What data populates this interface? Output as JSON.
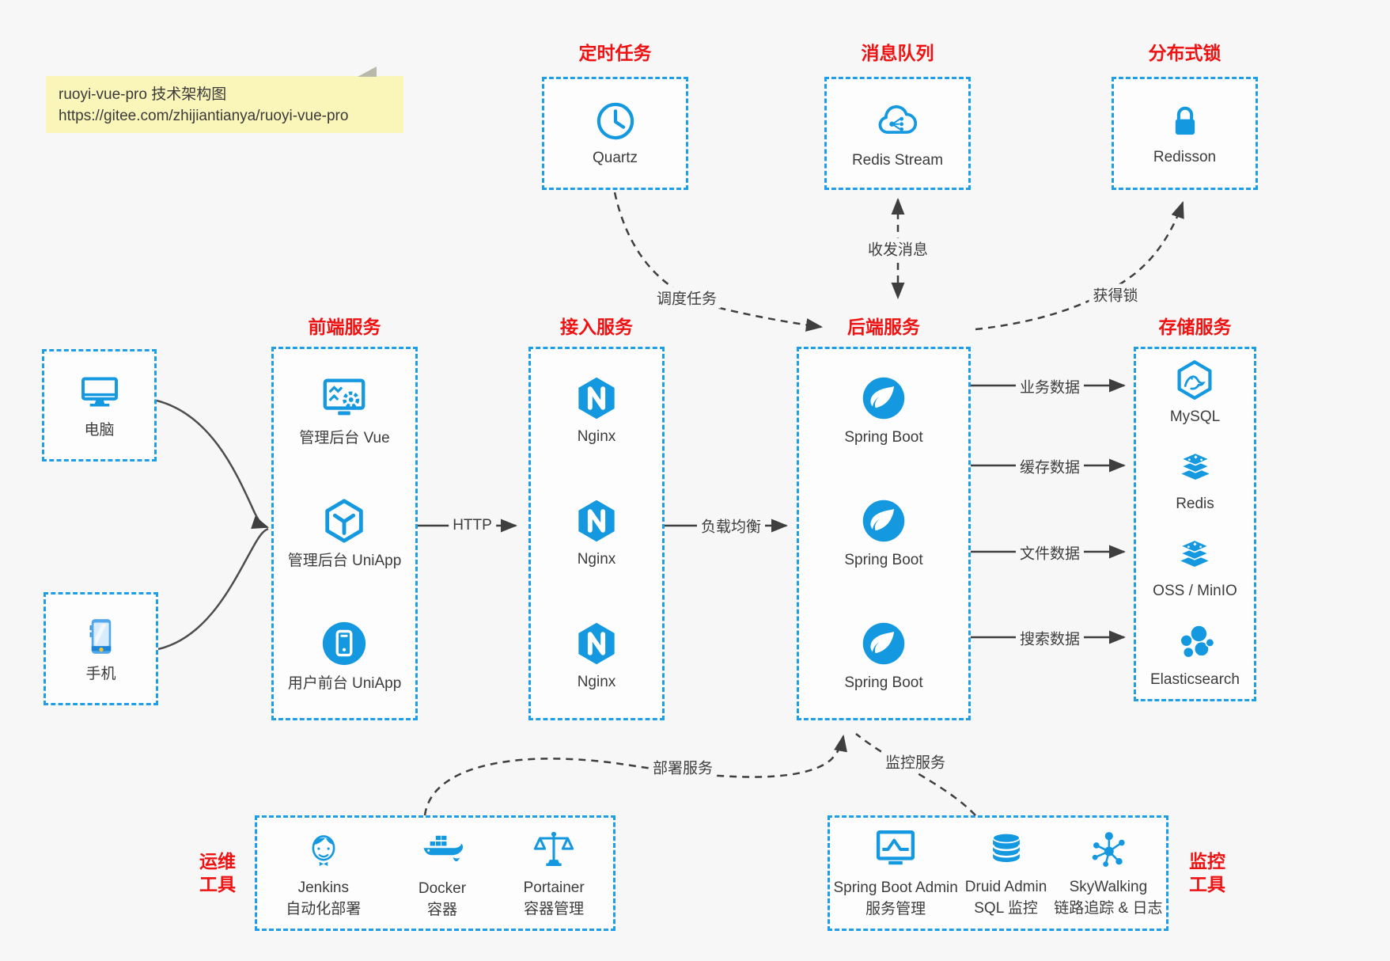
{
  "note": {
    "line1": "ruoyi-vue-pro 技术架构图",
    "line2": "https://gitee.com/zhijiantianya/ruoyi-vue-pro"
  },
  "colors": {
    "accent_blue": "#1e9de9",
    "icon_blue": "#1499e0",
    "title_red": "#ee1212",
    "arrow_dark": "#3f3f3f",
    "note_bg": "#faf5b9",
    "canvas_bg": "#f7f7f8"
  },
  "top_groups": [
    {
      "title": "定时任务",
      "icon": "clock-icon",
      "label": "Quartz"
    },
    {
      "title": "消息队列",
      "icon": "cloud-network-icon",
      "label": "Redis Stream"
    },
    {
      "title": "分布式锁",
      "icon": "lock-icon",
      "label": "Redisson"
    }
  ],
  "clients": [
    {
      "icon": "desktop-icon",
      "label": "电脑"
    },
    {
      "icon": "smartphone-icon",
      "label": "手机"
    }
  ],
  "columns": {
    "frontend": {
      "title": "前端服务",
      "items": [
        {
          "icon": "admin-vue-icon",
          "label": "管理后台 Vue"
        },
        {
          "icon": "uniapp-cube-icon",
          "label": "管理后台 UniApp"
        },
        {
          "icon": "mobile-app-icon",
          "label": "用户前台 UniApp"
        }
      ]
    },
    "access": {
      "title": "接入服务",
      "items": [
        {
          "icon": "nginx-icon",
          "label": "Nginx"
        },
        {
          "icon": "nginx-icon",
          "label": "Nginx"
        },
        {
          "icon": "nginx-icon",
          "label": "Nginx"
        }
      ]
    },
    "backend": {
      "title": "后端服务",
      "items": [
        {
          "icon": "spring-boot-icon",
          "label": "Spring Boot"
        },
        {
          "icon": "spring-boot-icon",
          "label": "Spring Boot"
        },
        {
          "icon": "spring-boot-icon",
          "label": "Spring Boot"
        }
      ]
    },
    "storage": {
      "title": "存储服务",
      "items": [
        {
          "icon": "mysql-icon",
          "label": "MySQL"
        },
        {
          "icon": "redis-stack-icon",
          "label": "Redis"
        },
        {
          "icon": "oss-stack-icon",
          "label": "OSS / MinIO"
        },
        {
          "icon": "elasticsearch-icon",
          "label": "Elasticsearch"
        }
      ]
    }
  },
  "edges": {
    "http": "HTTP",
    "load_balance": "负载均衡",
    "business_data": "业务数据",
    "cache_data": "缓存数据",
    "file_data": "文件数据",
    "search_data": "搜索数据",
    "schedule_task": "调度任务",
    "send_receive_message": "收发消息",
    "acquire_lock": "获得锁",
    "deploy_service": "部署服务",
    "monitor_service": "监控服务"
  },
  "bottom_groups": {
    "ops": {
      "title_line1": "运维",
      "title_line2": "工具",
      "items": [
        {
          "icon": "jenkins-icon",
          "label_line1": "Jenkins",
          "label_line2": "自动化部署"
        },
        {
          "icon": "docker-icon",
          "label_line1": "Docker",
          "label_line2": "容器"
        },
        {
          "icon": "portainer-icon",
          "label_line1": "Portainer",
          "label_line2": "容器管理"
        }
      ]
    },
    "monitor": {
      "title_line1": "监控",
      "title_line2": "工具",
      "items": [
        {
          "icon": "spring-boot-admin-icon",
          "label_line1": "Spring Boot Admin",
          "label_line2": "服务管理"
        },
        {
          "icon": "druid-icon",
          "label_line1": "Druid Admin",
          "label_line2": "SQL 监控"
        },
        {
          "icon": "skywalking-icon",
          "label_line1": "SkyWalking",
          "label_line2": "链路追踪 & 日志"
        }
      ]
    }
  }
}
